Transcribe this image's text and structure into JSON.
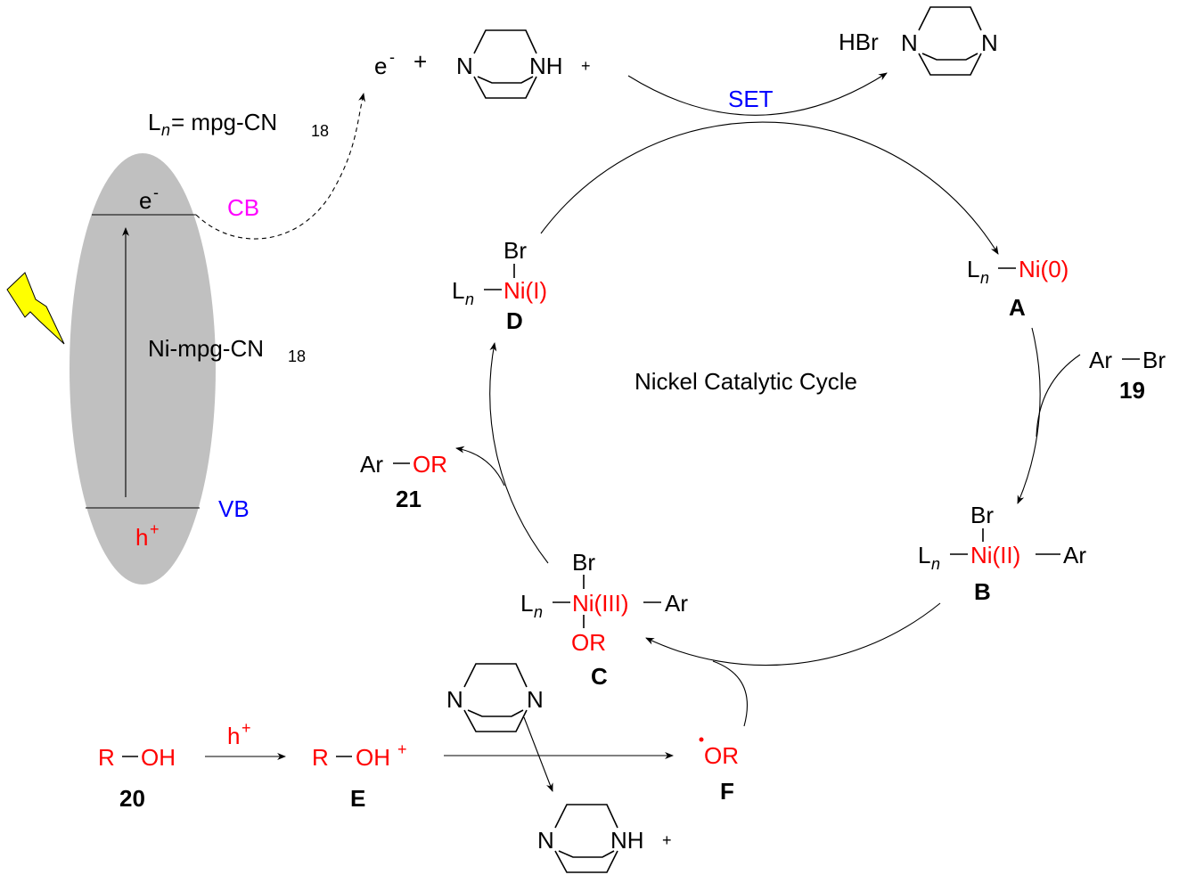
{
  "photocatalyst": {
    "ln_def_main": "L",
    "ln_def_n": "n",
    "ln_def_rest": " = mpg-CN",
    "ln_def_sub": "18",
    "name_main": "Ni-mpg-CN",
    "name_sub": "18",
    "cb": "CB",
    "vb": "VB",
    "electron": "e",
    "electron_sup": "-",
    "hole": "h",
    "hole_sup": "+"
  },
  "top": {
    "electron": "e",
    "electron_sup": "-",
    "plus": "+",
    "nh": "NH",
    "n": "N",
    "charge": "+",
    "set": "SET",
    "hbr": "HBr"
  },
  "cycle": {
    "title": "Nickel Catalytic Cycle",
    "A": {
      "ln": "L",
      "n": "n",
      "ni": "Ni(0)",
      "label": "A"
    },
    "B": {
      "br": "Br",
      "ln": "L",
      "n": "n",
      "ni": "Ni(II)",
      "ar": "Ar",
      "label": "B"
    },
    "C": {
      "br": "Br",
      "ln": "L",
      "n": "n",
      "ni": "Ni(III)",
      "ar": "Ar",
      "or": "OR",
      "label": "C"
    },
    "D": {
      "br": "Br",
      "ln": "L",
      "n": "n",
      "ni": "Ni(I)",
      "label": "D"
    },
    "arbr": {
      "ar": "Ar",
      "br": "Br",
      "label": "19"
    },
    "product": {
      "ar": "Ar",
      "or": "OR",
      "label": "21"
    }
  },
  "bottom": {
    "r": "R",
    "oh": "OH",
    "label20": "20",
    "hole": "h",
    "hole_sup": "+",
    "plus": "+",
    "labelE": "E",
    "radical": "OR",
    "labelF": "F",
    "n": "N",
    "nh": "NH",
    "charge": "+"
  },
  "colors": {
    "metal": "#ff0000",
    "cb": "#ff00ff",
    "vb": "#0000ff",
    "band": "#c0c0c0",
    "bolt": "#ffff00"
  }
}
